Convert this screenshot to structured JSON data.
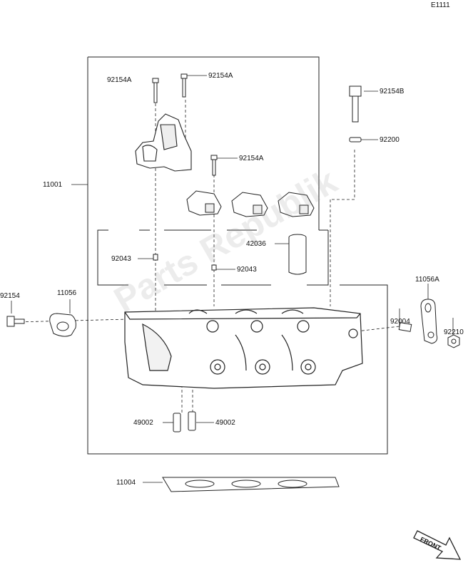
{
  "diagram_code": "E1111",
  "watermark": "Parts Republik",
  "front_arrow_text": "FRONT",
  "labels": {
    "p92154A_1": "92154A",
    "p92154A_2": "92154A",
    "p92154A_3": "92154A",
    "p92154B": "92154B",
    "p92200": "92200",
    "p11001": "11001",
    "p42036": "42036",
    "p92043_1": "92043",
    "p92043_2": "92043",
    "p92154": "92154",
    "p11056": "11056",
    "p11056A": "11056A",
    "p92004": "92004",
    "p92210": "92210",
    "p49002_1": "49002",
    "p49002_2": "49002",
    "p11004": "11004"
  }
}
